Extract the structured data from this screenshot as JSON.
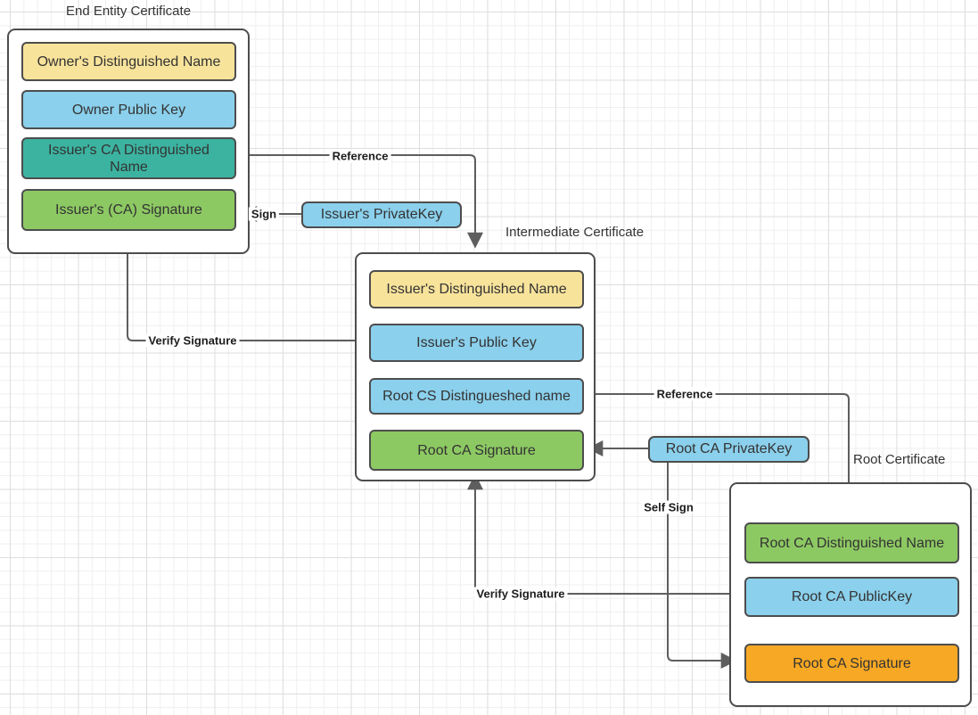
{
  "diagram": {
    "groups": [
      {
        "title": "End Entity Certificate",
        "rows": [
          {
            "label": "Owner's Distinguished Name",
            "fill": "yellow"
          },
          {
            "label": "Owner Public  Key",
            "fill": "blue"
          },
          {
            "label": "Issuer's CA Distinguished\nName",
            "fill": "teal"
          },
          {
            "label": "Issuer's (CA) Signature",
            "fill": "green"
          }
        ]
      },
      {
        "title": "Intermediate Certificate",
        "rows": [
          {
            "label": "Issuer's Distinguished Name",
            "fill": "yellow"
          },
          {
            "label": "Issuer's Public  Key",
            "fill": "blue"
          },
          {
            "label": "Root CS Distingueshed name",
            "fill": "blue"
          },
          {
            "label": "Root CA Signature",
            "fill": "green"
          }
        ]
      },
      {
        "title": "Root Certificate",
        "rows": [
          {
            "label": "Root CA Distinguished Name",
            "fill": "green"
          },
          {
            "label": "Root CA PublicKey",
            "fill": "blue"
          },
          {
            "label": "Root CA Signature",
            "fill": "orange"
          }
        ]
      }
    ],
    "key_boxes": [
      {
        "label": "Issuer's PrivateKey"
      },
      {
        "label": "Root CA PrivateKey"
      }
    ],
    "connector_labels": {
      "reference_top": "Reference",
      "sign": "Sign",
      "verify_signature_top": "Verify Signature",
      "reference_bottom": "Reference",
      "self_sign": "Self Sign",
      "verify_signature_bottom": "Verify Signature"
    },
    "colors": {
      "yellow": "#F8E39B",
      "blue": "#8BD0EC",
      "teal": "#3CB3A0",
      "green": "#8DC963",
      "orange": "#F7A824",
      "box_border": "#4D4D4D",
      "connector": "#5E5E5E",
      "text": "#333333"
    }
  }
}
